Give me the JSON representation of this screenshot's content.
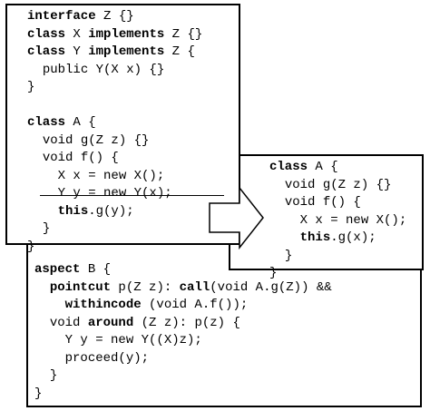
{
  "left_box": {
    "lines": [
      {
        "indent": "",
        "parts": [
          {
            "t": "interface",
            "b": true
          },
          {
            "t": " Z {}",
            "b": false
          }
        ]
      },
      {
        "indent": "",
        "parts": [
          {
            "t": "class",
            "b": true
          },
          {
            "t": " X ",
            "b": false
          },
          {
            "t": "implements",
            "b": true
          },
          {
            "t": " Z {}",
            "b": false
          }
        ]
      },
      {
        "indent": "",
        "parts": [
          {
            "t": "class",
            "b": true
          },
          {
            "t": " Y ",
            "b": false
          },
          {
            "t": "implements",
            "b": true
          },
          {
            "t": " Z {",
            "b": false
          }
        ]
      },
      {
        "indent": "  ",
        "parts": [
          {
            "t": "public Y(X x) {}",
            "b": false
          }
        ]
      },
      {
        "indent": "",
        "parts": [
          {
            "t": "}",
            "b": false
          }
        ]
      },
      {
        "indent": "",
        "parts": [
          {
            "t": "",
            "b": false
          }
        ]
      },
      {
        "indent": "",
        "parts": [
          {
            "t": "class",
            "b": true
          },
          {
            "t": " A {",
            "b": false
          }
        ]
      },
      {
        "indent": "  ",
        "parts": [
          {
            "t": "void g(Z z) {}",
            "b": false
          }
        ]
      },
      {
        "indent": "  ",
        "parts": [
          {
            "t": "void f() {",
            "b": false
          }
        ]
      },
      {
        "indent": "    ",
        "parts": [
          {
            "t": "X x = new X();",
            "b": false
          }
        ]
      },
      {
        "indent": "    ",
        "parts": [
          {
            "t": "Y y = new Y(x);",
            "b": false
          }
        ],
        "struck": true
      },
      {
        "indent": "    ",
        "parts": [
          {
            "t": "this",
            "b": true
          },
          {
            "t": ".g(y);",
            "b": false
          }
        ]
      },
      {
        "indent": "  ",
        "parts": [
          {
            "t": "}",
            "b": false
          }
        ]
      },
      {
        "indent": "",
        "parts": [
          {
            "t": "}",
            "b": false
          }
        ]
      }
    ]
  },
  "right_box": {
    "lines": [
      {
        "indent": "",
        "parts": [
          {
            "t": "class",
            "b": true
          },
          {
            "t": " A {",
            "b": false
          }
        ]
      },
      {
        "indent": "  ",
        "parts": [
          {
            "t": "void g(Z z) {}",
            "b": false
          }
        ]
      },
      {
        "indent": "  ",
        "parts": [
          {
            "t": "void f() {",
            "b": false
          }
        ]
      },
      {
        "indent": "    ",
        "parts": [
          {
            "t": "X x = new X();",
            "b": false
          }
        ]
      },
      {
        "indent": "    ",
        "parts": [
          {
            "t": "this",
            "b": true
          },
          {
            "t": ".g(x);",
            "b": false
          }
        ]
      },
      {
        "indent": "  ",
        "parts": [
          {
            "t": "}",
            "b": false
          }
        ]
      },
      {
        "indent": "",
        "parts": [
          {
            "t": "}",
            "b": false
          }
        ]
      }
    ]
  },
  "bottom_box": {
    "lines": [
      {
        "indent": "",
        "parts": [
          {
            "t": "aspect",
            "b": true
          },
          {
            "t": " B {",
            "b": false
          }
        ]
      },
      {
        "indent": "  ",
        "parts": [
          {
            "t": "pointcut",
            "b": true
          },
          {
            "t": " p(Z z): ",
            "b": false
          },
          {
            "t": "call",
            "b": true
          },
          {
            "t": "(void A.g(Z)) &&",
            "b": false
          }
        ]
      },
      {
        "indent": "    ",
        "parts": [
          {
            "t": "withincode",
            "b": true
          },
          {
            "t": " (void A.f());",
            "b": false
          }
        ]
      },
      {
        "indent": "  ",
        "parts": [
          {
            "t": "void ",
            "b": false
          },
          {
            "t": "around",
            "b": true
          },
          {
            "t": " (Z z): p(z) {",
            "b": false
          }
        ]
      },
      {
        "indent": "    ",
        "parts": [
          {
            "t": "Y y = new Y((X)z);",
            "b": false
          }
        ]
      },
      {
        "indent": "    ",
        "parts": [
          {
            "t": "proceed(y);",
            "b": false
          }
        ]
      },
      {
        "indent": "  ",
        "parts": [
          {
            "t": "}",
            "b": false
          }
        ]
      },
      {
        "indent": "",
        "parts": [
          {
            "t": "}",
            "b": false
          }
        ]
      }
    ]
  },
  "arrow_icon": "right-arrow-icon"
}
